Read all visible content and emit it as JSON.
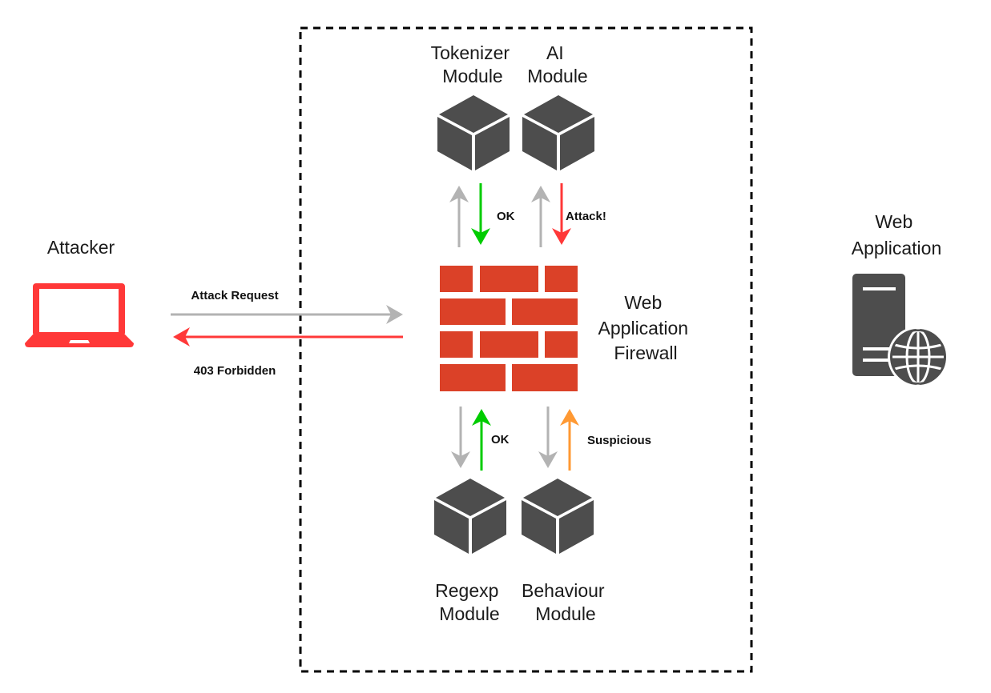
{
  "nodes": {
    "attacker": {
      "label": "Attacker",
      "icon": "laptop-icon",
      "color": "#ff3838"
    },
    "waf": {
      "label_lines": [
        "Web",
        "Application",
        "Firewall"
      ],
      "icon": "brick-wall-icon",
      "color": "#db4128"
    },
    "web_app": {
      "label_lines": [
        "Web",
        "Application"
      ],
      "icon": "server-globe-icon",
      "color": "#4d4d4d"
    },
    "tokenizer": {
      "label_lines": [
        "Tokenizer",
        "Module"
      ],
      "icon": "cube-icon"
    },
    "ai": {
      "label_lines": [
        "AI",
        "Module"
      ],
      "icon": "cube-icon"
    },
    "regexp": {
      "label_lines": [
        "Regexp",
        "Module"
      ],
      "icon": "cube-icon"
    },
    "behaviour": {
      "label_lines": [
        "Behaviour",
        "Module"
      ],
      "icon": "cube-icon"
    }
  },
  "edges": {
    "attack_request": {
      "label": "Attack Request",
      "color": "#b3b3b3"
    },
    "forbidden": {
      "label": "403 Forbidden",
      "color": "#ff3838"
    },
    "tokenizer_result": {
      "label": "OK",
      "color": "#00cc00"
    },
    "ai_result": {
      "label": "Attack!",
      "color": "#ff3838"
    },
    "regexp_result": {
      "label": "OK",
      "color": "#00cc00"
    },
    "behaviour_result": {
      "label": "Suspicious",
      "color": "#ff9933"
    },
    "request_color": "#b3b3b3"
  },
  "boundary": {
    "style": "dashed",
    "color": "#000000"
  }
}
